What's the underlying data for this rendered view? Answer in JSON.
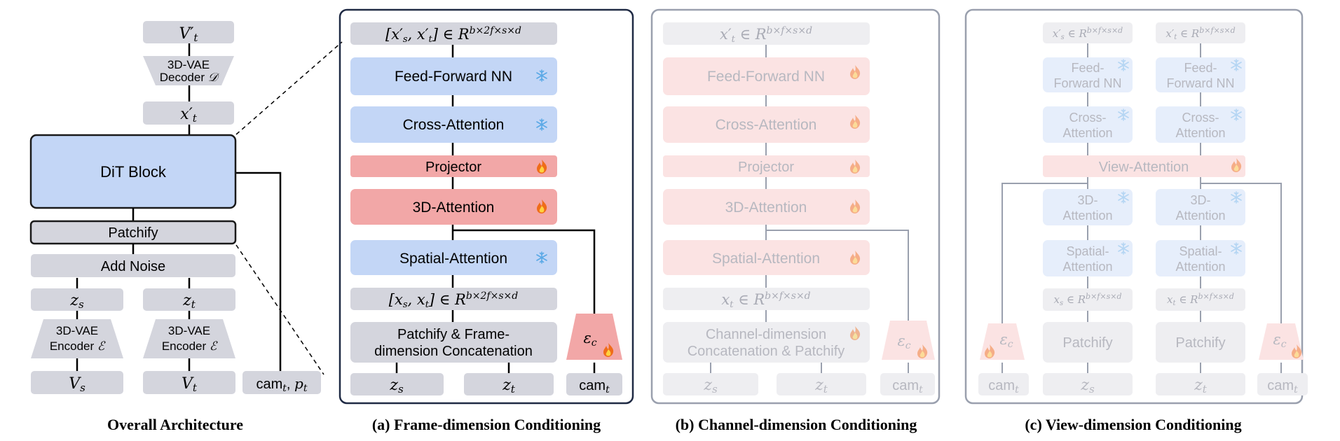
{
  "overall": {
    "caption": "Overall Architecture",
    "vt_prime": "V′t",
    "decoder": "3D-VAE Decoder 𝒟",
    "decoder_l1": "3D-VAE",
    "decoder_l2": "Decoder 𝒟",
    "xt_prime": "x′t",
    "dit_block": "DiT Block",
    "patchify": "Patchify",
    "add_noise": "Add Noise",
    "zs": "zs",
    "zt": "zt",
    "encoder_l1": "3D-VAE",
    "encoder_l2": "Encoder ℰ",
    "vs": "Vs",
    "vt": "Vt",
    "cam_pt": "camt, pt"
  },
  "frame": {
    "caption": "(a) Frame-dimension Conditioning",
    "top_tensor": "[x′s, x′t] ∈ R^(b×2f×s×d)",
    "ffn": "Feed-Forward NN",
    "cross": "Cross-Attention",
    "projector": "Projector",
    "attn3d": "3D-Attention",
    "spatial": "Spatial-Attention",
    "bottom_tensor": "[xs, xt] ∈ R^(b×2f×s×d)",
    "concat_l1": "Patchify & Frame-",
    "concat_l2": "dimension Concatenation",
    "eps": "εc",
    "zs": "zs",
    "zt": "zt",
    "cam": "camt"
  },
  "channel": {
    "caption": "(b) Channel-dimension Conditioning",
    "top_tensor": "x′t ∈ R^(b×f×s×d)",
    "ffn": "Feed-Forward NN",
    "cross": "Cross-Attention",
    "projector": "Projector",
    "attn3d": "3D-Attention",
    "spatial": "Spatial-Attention",
    "bottom_tensor": "xt ∈ R^(b×f×s×d)",
    "concat_l1": "Channel-dimension",
    "concat_l2": "Concatenation & Patchify",
    "eps": "εc",
    "zs": "zs",
    "zt": "zt",
    "cam": "camt"
  },
  "view": {
    "caption": "(c) View-dimension Conditioning",
    "left": {
      "top_tensor": "x′s ∈ R^(b×f×s×d)",
      "ffn_l1": "Feed-",
      "ffn_l2": "Forward NN",
      "cross_l1": "Cross-",
      "cross_l2": "Attention",
      "attn3d_l1": "3D-",
      "attn3d_l2": "Attention",
      "spatial_l1": "Spatial-",
      "spatial_l2": "Attention",
      "bottom_tensor": "xs ∈ R^(b×f×s×d)",
      "patchify": "Patchify",
      "z": "zs"
    },
    "right": {
      "top_tensor": "x′t ∈ R^(b×f×s×d)",
      "ffn_l1": "Feed-",
      "ffn_l2": "Forward NN",
      "cross_l1": "Cross-",
      "cross_l2": "Attention",
      "attn3d_l1": "3D-",
      "attn3d_l2": "Attention",
      "spatial_l1": "Spatial-",
      "spatial_l2": "Attention",
      "bottom_tensor": "xt ∈ R^(b×f×s×d)",
      "patchify": "Patchify",
      "z": "zt"
    },
    "view_attn": "View-Attention",
    "eps": "εc",
    "cam": "camt"
  },
  "icons": {
    "frozen": "snowflake-icon",
    "trainable": "fire-icon"
  },
  "colors": {
    "gray_box": "#d4d5dd",
    "blue_box": "#c3d6f6",
    "red_box": "#f2a7a7",
    "panel_border": "#1f2a44",
    "faded_panel_border": "#9aa0ae"
  }
}
